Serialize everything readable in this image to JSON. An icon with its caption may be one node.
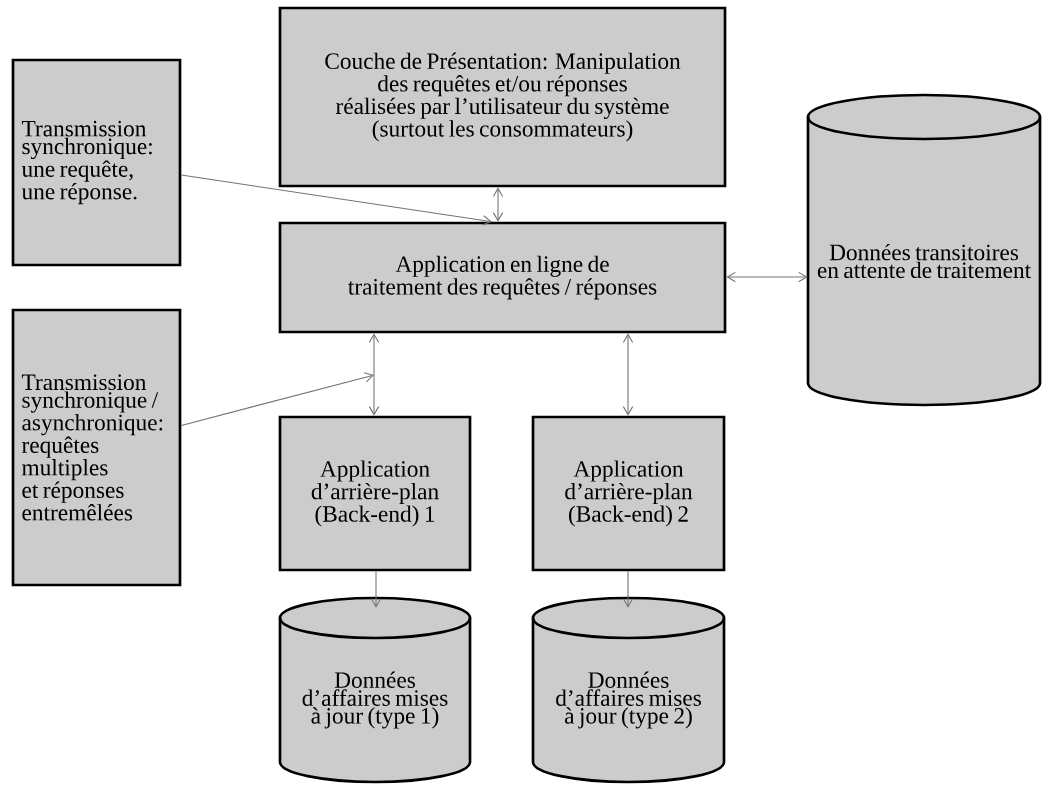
{
  "diagram": {
    "nodes": [
      {
        "text": [
          "Couche de Présentation: Manipulation des requêtes et/ou réponses réalisées par l’utilisateur du système (surtout les consommateurs)"
        ]
      },
      {
        "text": [
          "Transmission synchronique: une requête, une réponse."
        ]
      },
      {
        "text": [
          "Application en ligne de traitement des requêtes / réponses"
        ]
      },
      {
        "text": [
          "Données transitoires en attente de traitement"
        ]
      },
      {
        "text": [
          "Transmission synchronique / asynchronique: requêtes multiples et réponses entremêlées"
        ]
      },
      {
        "text": [
          "Application d’arrière-plan (Back-end) 1"
        ]
      },
      {
        "text": [
          "Application d’arrière-plan (Back-end) 2"
        ]
      },
      {
        "text": [
          "Données d’affaires mises à jour (type 1)"
        ]
      },
      {
        "text": [
          "Données d’affaires mises à jour (type 2)"
        ]
      }
    ],
    "edges": [
      {
        "from": 0,
        "to": 2,
        "arrow": "both"
      },
      {
        "from": 1,
        "to": 2,
        "arrow": "to"
      },
      {
        "from": 2,
        "to": 3,
        "arrow": "both"
      },
      {
        "from": 2,
        "to": 5,
        "arrow": "both"
      },
      {
        "from": 2,
        "to": 6,
        "arrow": "both"
      },
      {
        "from": 4,
        "to": null,
        "arrow": "to"
      },
      {
        "from": 5,
        "to": 7,
        "arrow": "to"
      },
      {
        "from": 6,
        "to": 8,
        "arrow": "to"
      }
    ]
  }
}
